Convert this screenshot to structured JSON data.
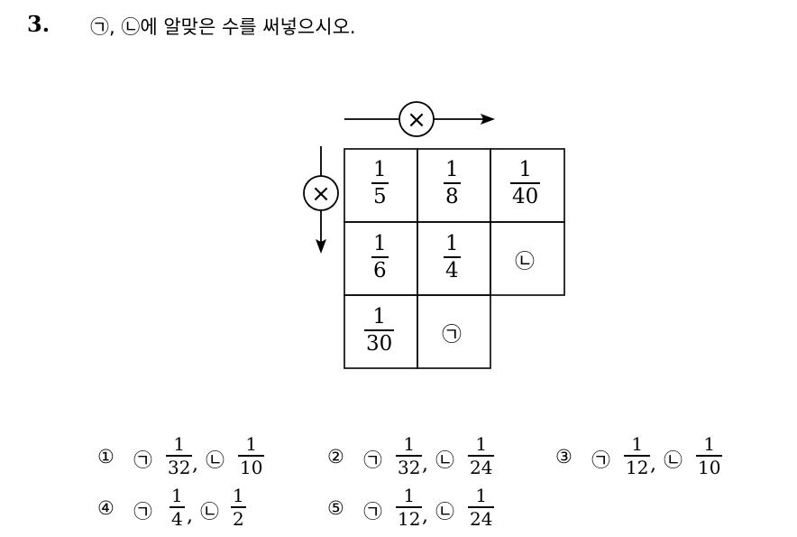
{
  "question": {
    "number": "3.",
    "text": "㉠, ㉡에 알맞은 수를 써넣으시오."
  },
  "operators": {
    "horizontal": "×",
    "vertical": "×"
  },
  "grid": {
    "rows": [
      [
        {
          "num": "1",
          "den": "5"
        },
        {
          "num": "1",
          "den": "8"
        },
        {
          "num": "1",
          "den": "40"
        }
      ],
      [
        {
          "num": "1",
          "den": "6"
        },
        {
          "num": "1",
          "den": "4"
        },
        {
          "symbol": "㉡"
        }
      ],
      [
        {
          "num": "1",
          "den": "30"
        },
        {
          "symbol": "㉠"
        }
      ]
    ]
  },
  "choices": [
    {
      "label": "①",
      "a_sym": "㉠",
      "a_num": "1",
      "a_den": "32",
      "b_sym": "㉡",
      "b_num": "1",
      "b_den": "10"
    },
    {
      "label": "②",
      "a_sym": "㉠",
      "a_num": "1",
      "a_den": "32",
      "b_sym": "㉡",
      "b_num": "1",
      "b_den": "24"
    },
    {
      "label": "③",
      "a_sym": "㉠",
      "a_num": "1",
      "a_den": "12",
      "b_sym": "㉡",
      "b_num": "1",
      "b_den": "10"
    },
    {
      "label": "④",
      "a_sym": "㉠",
      "a_num": "1",
      "a_den": "4",
      "b_sym": "㉡",
      "b_num": "1",
      "b_den": "2"
    },
    {
      "label": "⑤",
      "a_sym": "㉠",
      "a_num": "1",
      "a_den": "12",
      "b_sym": "㉡",
      "b_num": "1",
      "b_den": "24"
    }
  ],
  "separator": ","
}
